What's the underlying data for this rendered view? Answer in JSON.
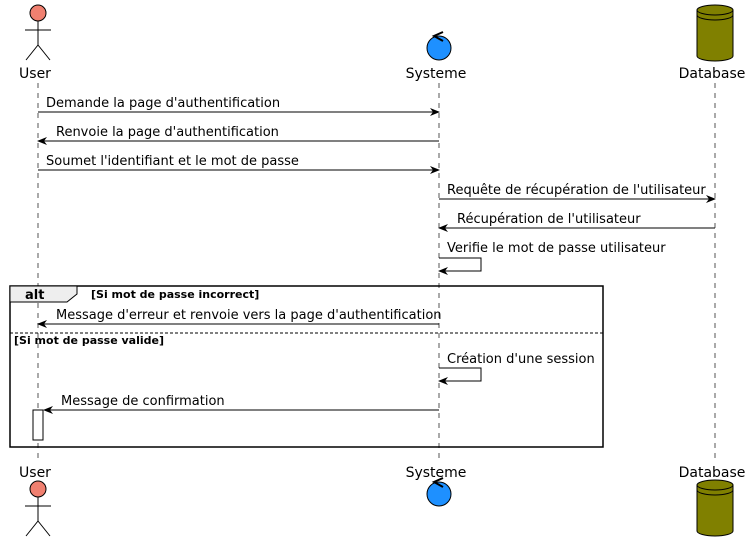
{
  "participants": [
    {
      "id": "user",
      "name": "User",
      "kind": "actor",
      "color": "#f08070"
    },
    {
      "id": "systeme",
      "name": "Systeme",
      "kind": "control",
      "color": "#1e90ff"
    },
    {
      "id": "database",
      "name": "Database",
      "kind": "database",
      "color": "#808000"
    }
  ],
  "messages": [
    {
      "from": "user",
      "to": "systeme",
      "label": "Demande la page d'authentification"
    },
    {
      "from": "systeme",
      "to": "user",
      "label": "Renvoie la page d'authentification"
    },
    {
      "from": "user",
      "to": "systeme",
      "label": "Soumet l'identifiant et le mot de passe"
    },
    {
      "from": "systeme",
      "to": "database",
      "label": "Requête de récupération de l'utilisateur"
    },
    {
      "from": "database",
      "to": "systeme",
      "label": "Récupération de l'utilisateur"
    },
    {
      "from": "systeme",
      "to": "systeme",
      "label": "Verifie le mot de passe utilisateur"
    },
    {
      "from": "systeme",
      "to": "user",
      "label": "Message d'erreur et renvoie vers la page d'authentification"
    },
    {
      "from": "systeme",
      "to": "systeme",
      "label": "Création d'une session"
    },
    {
      "from": "systeme",
      "to": "user",
      "label": "Message de confirmation"
    }
  ],
  "alt_frame": {
    "keyword": "alt",
    "guards": [
      "[Si mot de passe incorrect]",
      "[Si mot de passe valide]"
    ]
  },
  "colors": {
    "line": "#000000",
    "lifeline": "#555555",
    "activation_fill": "#ffffff"
  }
}
